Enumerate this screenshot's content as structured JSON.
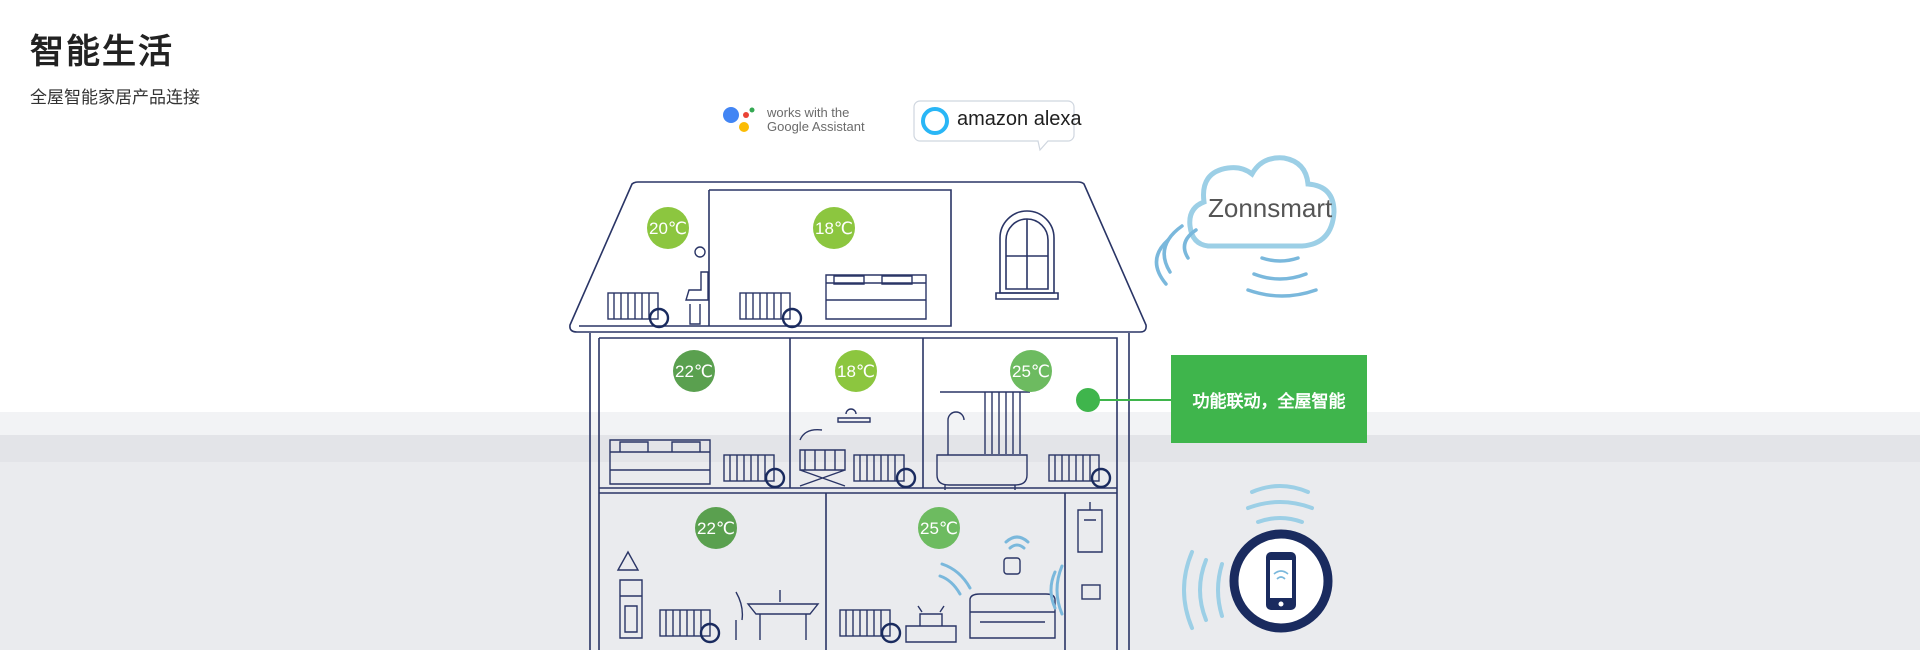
{
  "header": {
    "title": "智能生活",
    "subtitle": "全屋智能家居产品连接"
  },
  "badges": {
    "google_line1": "works with the",
    "google_line2": "Google Assistant",
    "alexa": "amazon alexa"
  },
  "cloud": {
    "label": "Zonnsmart"
  },
  "feature": {
    "label": "功能联动，全屋智能"
  },
  "rooms": {
    "attic_bath_temp": "20℃",
    "attic_bedroom_temp": "18℃",
    "mid_bedroom_temp": "22℃",
    "nursery_temp": "18℃",
    "bathroom_temp": "25℃",
    "kitchen_temp": "22℃",
    "living_temp": "25℃"
  },
  "colors": {
    "house_line": "#2a3566",
    "accent_green": "#3fb54c",
    "wave_blue": "#7ab8dc",
    "cloud_blue": "#9ccfe6",
    "temp_light_green": "#8cc63f",
    "temp_dark_green": "#5aa04f",
    "phone_ring": "#1a2b5f"
  }
}
